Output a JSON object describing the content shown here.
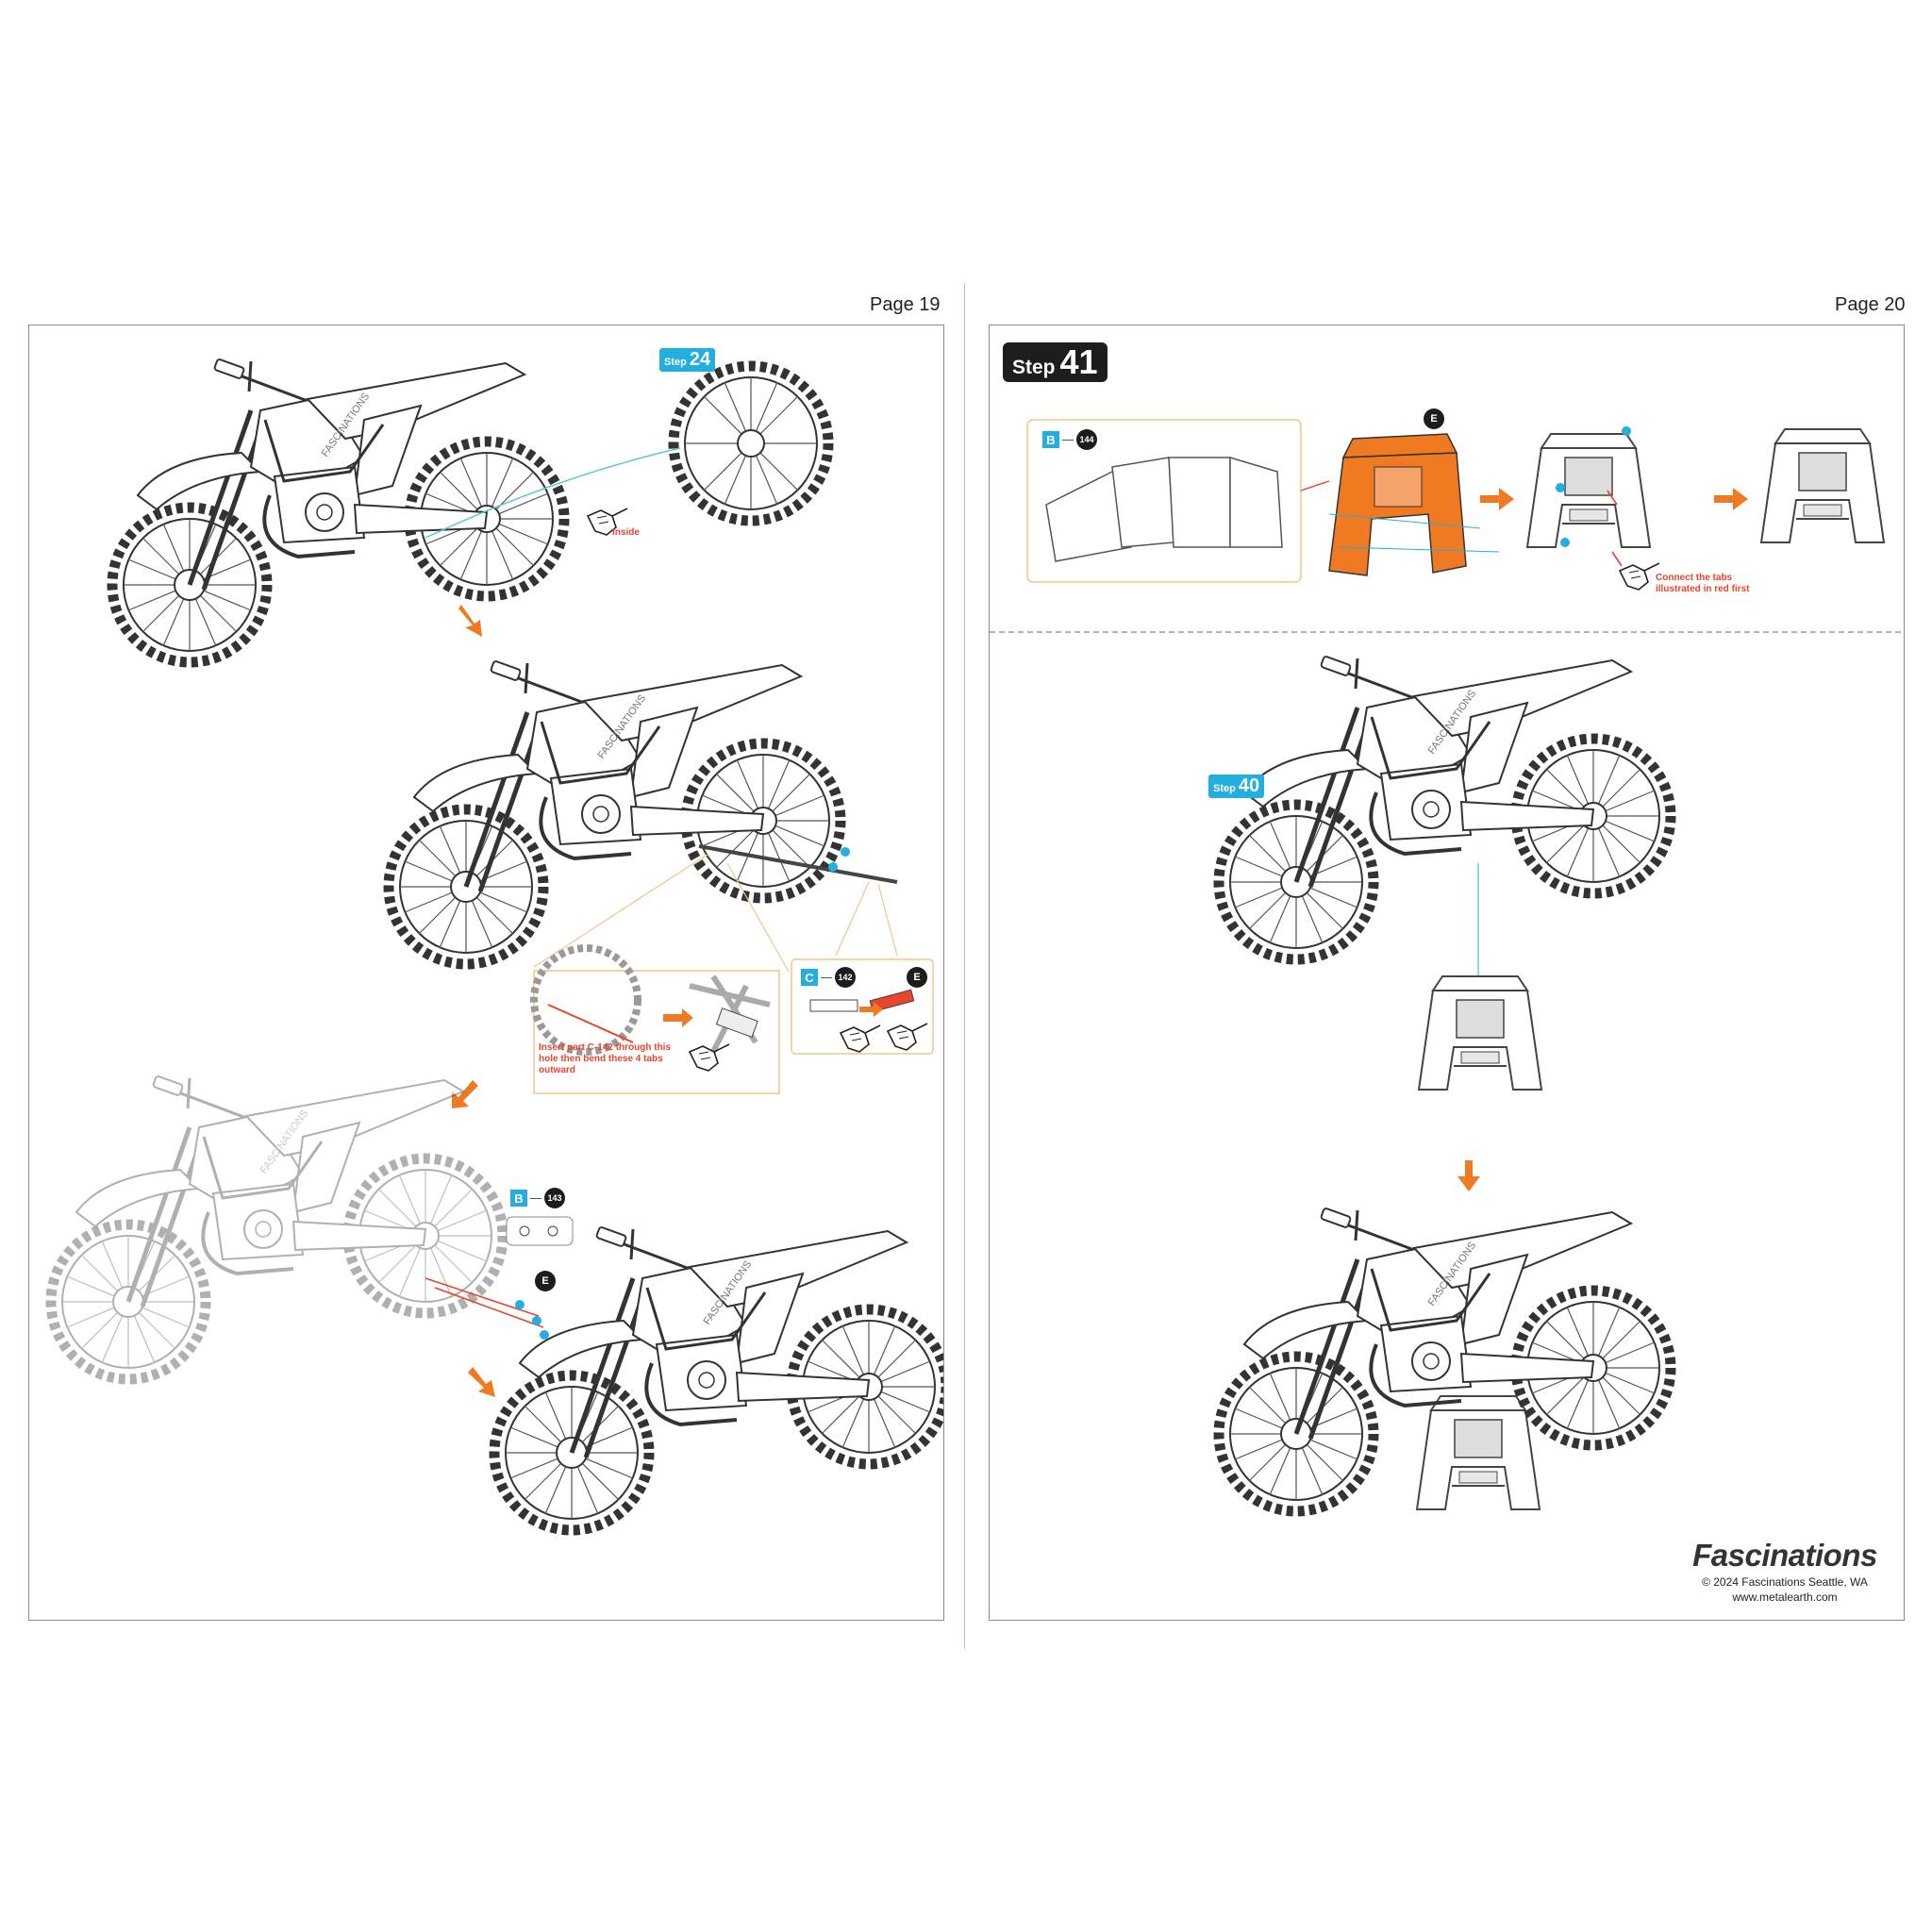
{
  "pages": {
    "left": {
      "page_number": "Page 19",
      "step_badge": {
        "word": "Step",
        "number": "24"
      },
      "inside_note": "Inside",
      "insert_note": "Insert part C-142 through this hole then bend these 4 tabs outward",
      "part_c": {
        "letter": "C",
        "number": "142"
      },
      "part_b": {
        "letter": "B",
        "number": "143"
      },
      "sheet_mark": "E"
    },
    "right": {
      "page_number": "Page 20",
      "step_badge": {
        "word": "Step",
        "number": "41"
      },
      "step_ref": {
        "word": "Step",
        "number": "40"
      },
      "part_b": {
        "letter": "B",
        "number": "144"
      },
      "sheet_mark": "E",
      "connect_note": "Connect the tabs illustrated in red first"
    }
  },
  "brand": {
    "name": "Fascinations",
    "copyright": "© 2024 Fascinations Seattle, WA",
    "website": "www.metalearth.com"
  },
  "colors": {
    "accent_orange": "#f07a22",
    "accent_blue": "#23aee0",
    "note_red": "#e8452c",
    "frame_gray": "#8a8a8a",
    "inset_border": "#f0c68a"
  },
  "icons": [
    "pointing-hand-icon",
    "arrow-right-icon",
    "arrow-down-icon"
  ]
}
